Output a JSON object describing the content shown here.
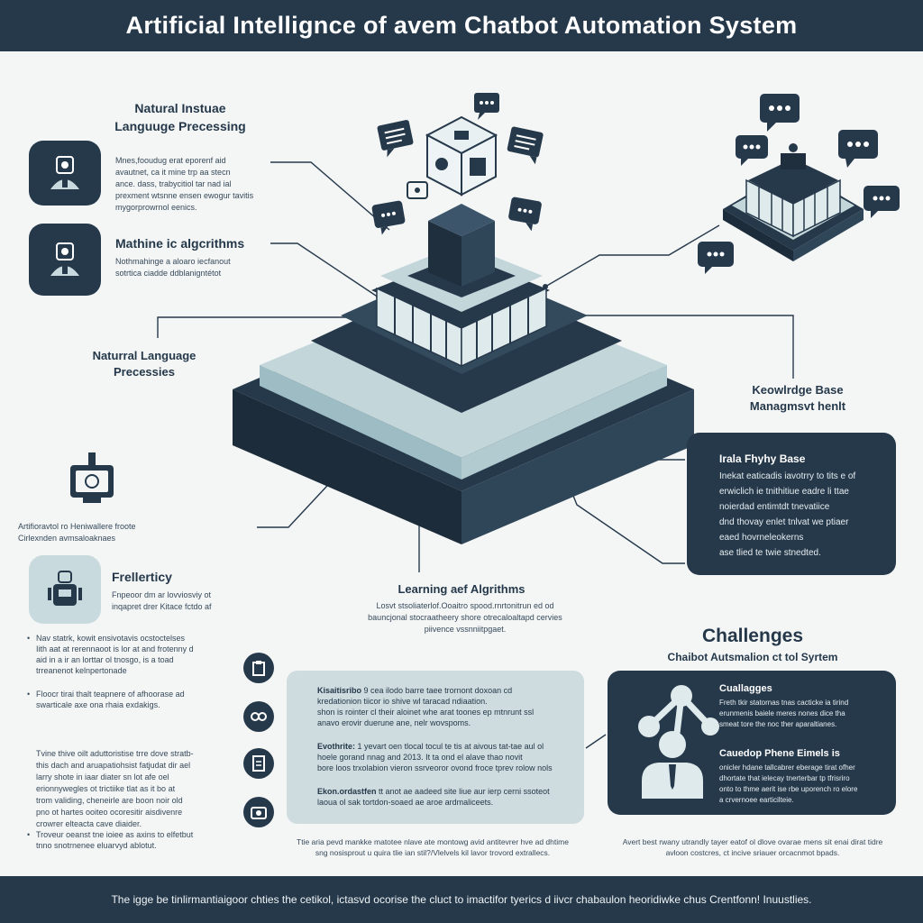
{
  "header": {
    "title": "Artificial Intellignce of avem Chatbot Automation System"
  },
  "left": {
    "nlp_title": "Natural Instuae\nLanguuge Precessing",
    "nlp_text": "Mnes,fooudug erat eporenf aid\navautnet, ca it mine trp aa stecn\nance. dass, trabycitiol tar nad ial\nprexment wtsnne ensen ewogur tavitis\nmygorprowrnol eenics.",
    "ml_title": "Mathine ic algcrithms",
    "ml_text": "Nothmahinge a aloaro iecfanout\nsotrtica ciadde ddblanigntétot",
    "nlp2_title": "Naturral Language\nPrecessies",
    "side_note": "Artifioravtol ro Heniwallere froote\nCirlexnden avmsaloaknaes",
    "freq_title": "Frellerticy",
    "freq_text": "Fnpeoor dm ar lovviosviy ot\ninqapret  drer Kitace fctdo af",
    "bullets": [
      "Nav statrk, kowit  ensivotavis  ocstoctelses\nIith aat at rerennaoot is lor at and frotenny  d\naid in a ir an  lorttar ol tnosgo,  is a toad\ntrreanenot  kelnpertonade",
      "Floocr tirai thalt teapnere of afhoorase  ad\nswarticale axe ona rhaia exdakigs."
    ],
    "para": "Tvine  thive  oilt  aduttoristise  trre  dove  stratb-\nthis  dach  and  aruapatiohsist  fatjudat  dir  ael\nlarry  shote  in  iaar  diater  sn  lot  afe  oel\nerionnywegles  ot  trictiike  tlat  as  it  bo  at\ntrom  validing,  cheneirle  are  boon  noir  old\npno  ot  hartes  ooiteo  ocoresitir  aisdivenre\ncrowrer  elteacta  cave  diaider.",
    "last_bullet": "Troveur  oeanst  tne  ioiee  as  axins  to  elfetbut\ntnno  snotrnenee  eluarvyd  ablotut."
  },
  "center": {
    "learning_title": "Learning aef Algrithms",
    "learning_text": "Losvt stsoliaterlof.Ooaitro spood.rnrtonitrun ed od\nbauncjonal stocraatheery shore otrecaloaltapd cervies\npiivence vssnniitpgaet."
  },
  "right": {
    "kb_title": "Keowlrdge Base\nManagmsvt henlt",
    "kb_panel_title": "Irala Fhyhy Base",
    "kb_panel_text": "Inekat eaticadis iavotrry to tits e of\nerwiclich ie tnithitiue eadre li ttae\nnoierdad entimtdt tnevatiice\ndnd thovay enlet tnlvat we ptiaer\neaed hovrneleokerns\nase tlied te twie stnedted.",
    "challenges_title": "Challenges",
    "challenges_sub": "Chaibot Autsmalion ct tol Syrtem",
    "ch_panel_title": "Cuallagges",
    "ch_panel_text": "Freth tkir  statornas tnas cacticke ia tirind\nerunmenis baiele meres nones dice tha\nsmeat tore the noc ther aparaltianes.",
    "ch_panel_title2": "Cauedop Phene Eimels is",
    "ch_panel_text2": "onicler hdane tallcabrer eberage tirat ofher\ndhortate that ielecay tnerterbar tp tfrisriro\nonto to thme aerit ise rbe uporench ro elore\na crvernoee earticilteie.",
    "ch_footer": "Avert best rwany utrandly tayer eatof ol dlove ovarae mens sit enai dirat tidre\navloon costcres, ct incive sriauer orcacnmot bpads."
  },
  "bottom": {
    "rows": [
      {
        "b": "Kisaitisribo",
        "t": "9 cea ilodo barre taee  trornont doxoan cd\nkredationion tiicor io shive wl taracad ndiaation.\nshon is rointer cl their aloinet whe arat toones ep mtnrunt ssl\nanavo erovir duerune ane, nelr wovspoms."
      },
      {
        "b": "Evothrite:",
        "t": "1 yevart oen tlocal tocul  te tis at aivous tat-tae aul ol\nhoele gorand nnag and 2013. It  ta ond el alave thao novit\nbore loos trxolabion vieron ssrveoror ovond froce tprev rolow nols"
      },
      {
        "b": "Ekon.ordastfen",
        "t": "tt anot ae aadeed site liue aur ierp cerni ssoteot\nlaoua ol sak tortdon-soaed ae aroe ardmaliceets."
      }
    ],
    "footnote": "Ttie aria pevd mankke matotee nlave ate montowg avid antitevrer hve ad dhtime\nsng nosisprout u quira tlie ian stil?/Vlelvels kil lavor trovord extrallecs."
  },
  "footer": {
    "text": "The igge be tinlirmantiaigoor chties the cetikol, ictasvd ocorise the cluct to imactifor tyerics d iivcr chabaulon heoridiwke chus Crentfonn! Inuustlies."
  },
  "colors": {
    "dark": "#26394b",
    "light": "#c9dade",
    "mid": "#8fb1b9",
    "bg": "#f4f6f6"
  }
}
